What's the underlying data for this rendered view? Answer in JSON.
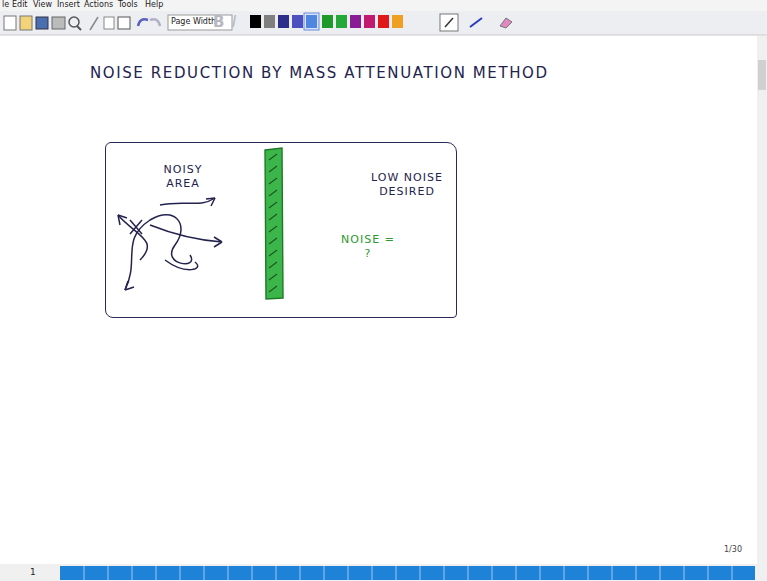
{
  "diagram": {
    "title": "NOISE REDUCTION BY MASS ATTENUATION METHOD",
    "nodes": [
      {
        "text": [
          "NOISY AREA",
          "LOW NOISE DESIRED",
          "NOISE = ?"
        ]
      }
    ],
    "labels": [
      "le",
      "Edit",
      "View",
      "Insert",
      "Actions",
      "Tools",
      "Help",
      "Page Width",
      "B",
      "I",
      "1/30",
      "1"
    ]
  }
}
